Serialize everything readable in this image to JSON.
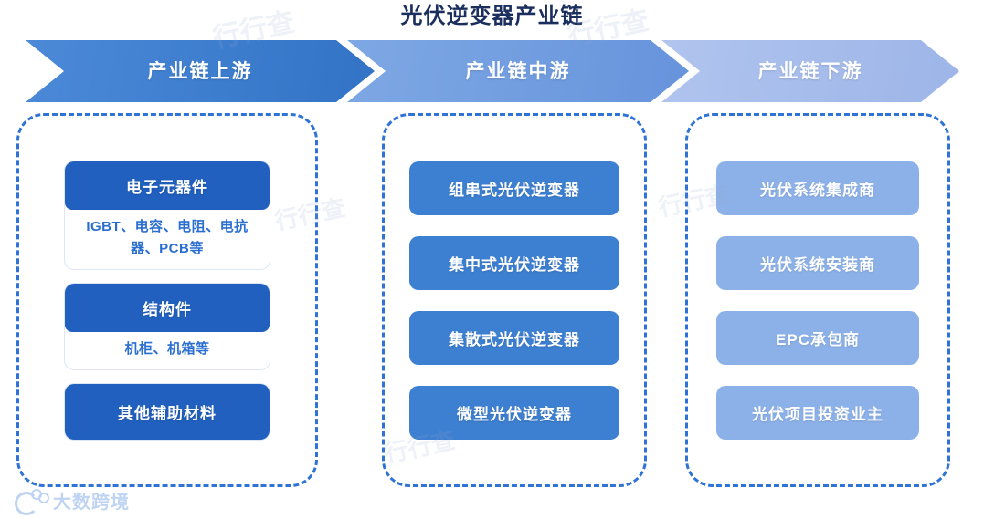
{
  "title": "光伏逆变器产业链",
  "banners": [
    {
      "label": "产业链上游",
      "color": "#3273c6"
    },
    {
      "label": "产业链中游",
      "color": "#6693dc"
    },
    {
      "label": "产业链下游",
      "color": "#9db5e8"
    }
  ],
  "upstream": {
    "accent": "#2160bf",
    "cards": [
      {
        "head": "电子元器件",
        "body": "IGBT、电容、电阻、电抗器、PCB等"
      },
      {
        "head": "结构件",
        "body": "机柜、机箱等"
      },
      {
        "head": "其他辅助材料",
        "body": ""
      }
    ]
  },
  "midstream": {
    "accent": "#3d7fd1",
    "cards": [
      {
        "label": "组串式光伏逆变器"
      },
      {
        "label": "集中式光伏逆变器"
      },
      {
        "label": "集散式光伏逆变器"
      },
      {
        "label": "微型光伏逆变器"
      }
    ]
  },
  "downstream": {
    "accent": "#8cb1e8",
    "cards": [
      {
        "label": "光伏系统集成商"
      },
      {
        "label": "光伏系统安装商"
      },
      {
        "label": "EPC承包商"
      },
      {
        "label": "光伏项目投资业主"
      }
    ]
  },
  "watermarks": {
    "a": "行行查",
    "b": "行行查",
    "c": "行行查",
    "d": "行行查",
    "e": "行行查"
  },
  "logo": {
    "text": "大数跨境"
  }
}
